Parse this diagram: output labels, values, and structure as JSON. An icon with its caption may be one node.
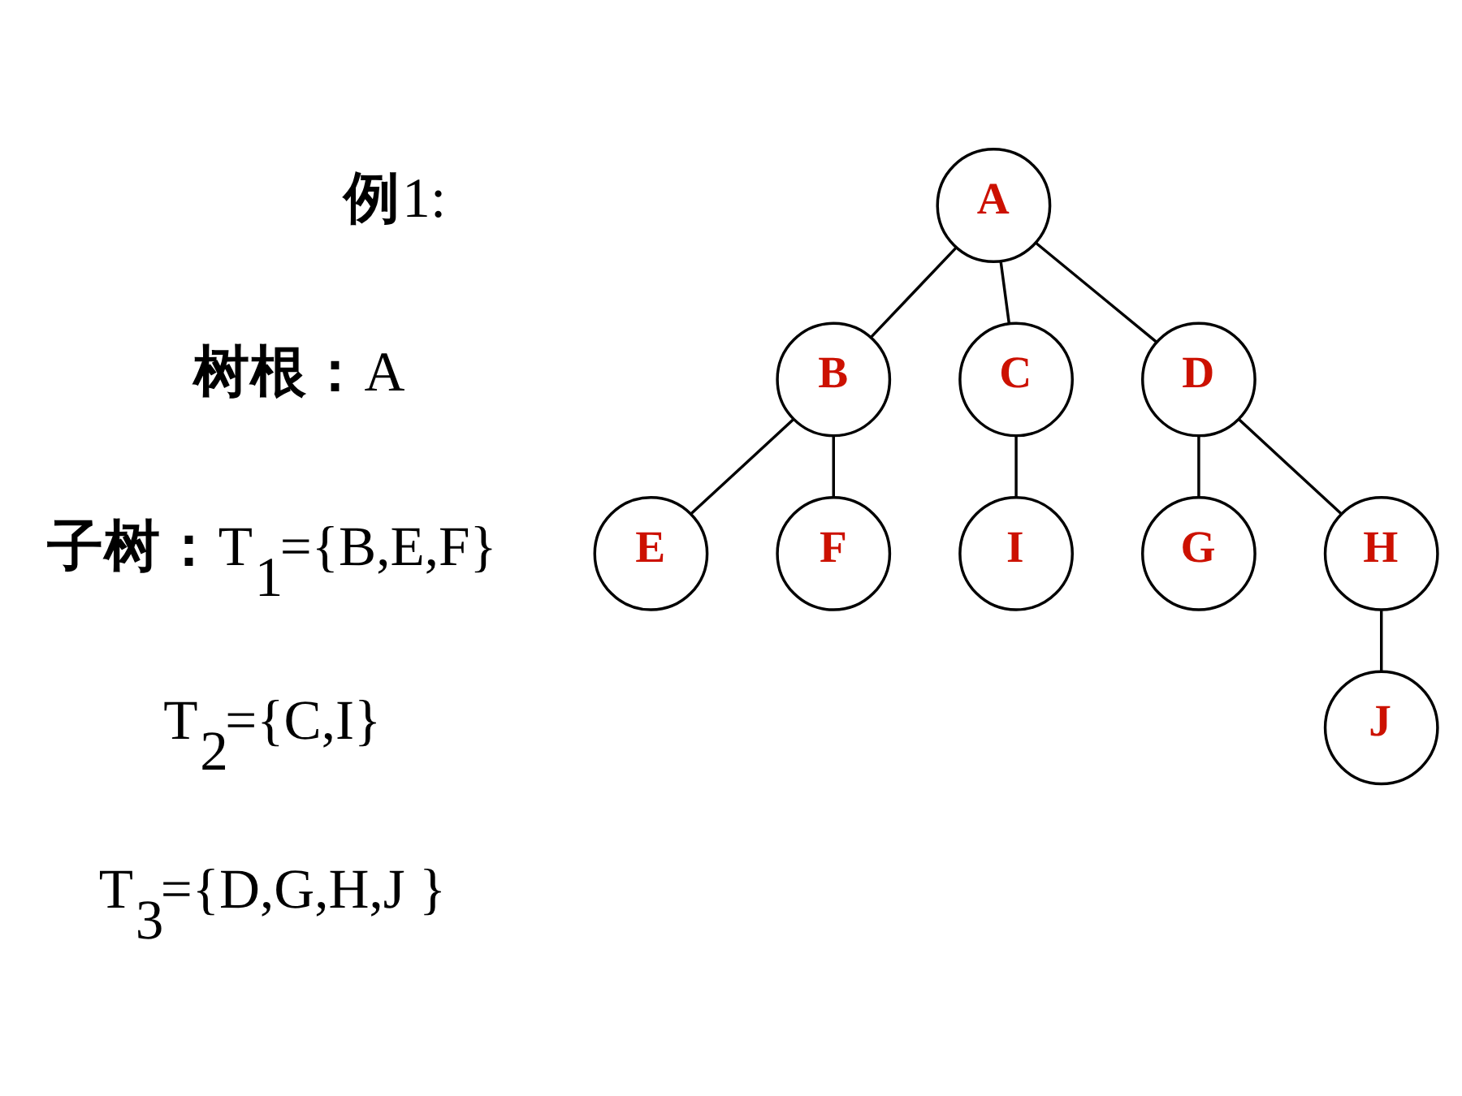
{
  "diagram": {
    "nodes": [
      {
        "text": [
          "A"
        ]
      },
      {
        "text": [
          "B"
        ]
      },
      {
        "text": [
          "C"
        ]
      },
      {
        "text": [
          "D"
        ]
      },
      {
        "text": [
          "E"
        ]
      },
      {
        "text": [
          "F"
        ]
      },
      {
        "text": [
          "I"
        ]
      },
      {
        "text": [
          "G"
        ]
      },
      {
        "text": [
          "H"
        ]
      },
      {
        "text": [
          "J"
        ]
      }
    ],
    "edges": [
      {
        "from": 0,
        "to": 1,
        "arrow": "none"
      },
      {
        "from": 0,
        "to": 2,
        "arrow": "none"
      },
      {
        "from": 0,
        "to": 3,
        "arrow": "none"
      },
      {
        "from": 1,
        "to": 4,
        "arrow": "none"
      },
      {
        "from": 1,
        "to": 5,
        "arrow": "none"
      },
      {
        "from": 2,
        "to": 6,
        "arrow": "none"
      },
      {
        "from": 3,
        "to": 7,
        "arrow": "none"
      },
      {
        "from": 3,
        "to": 8,
        "arrow": "none"
      },
      {
        "from": 8,
        "to": 9,
        "arrow": "none"
      }
    ],
    "labels": [
      "**例**1:",
      "**树根：**A",
      "**子树：**T$_{1}$={B,E,F}",
      "T$_{2}$={C,I}",
      "T$_{3}$={D,G,H,J }"
    ]
  }
}
